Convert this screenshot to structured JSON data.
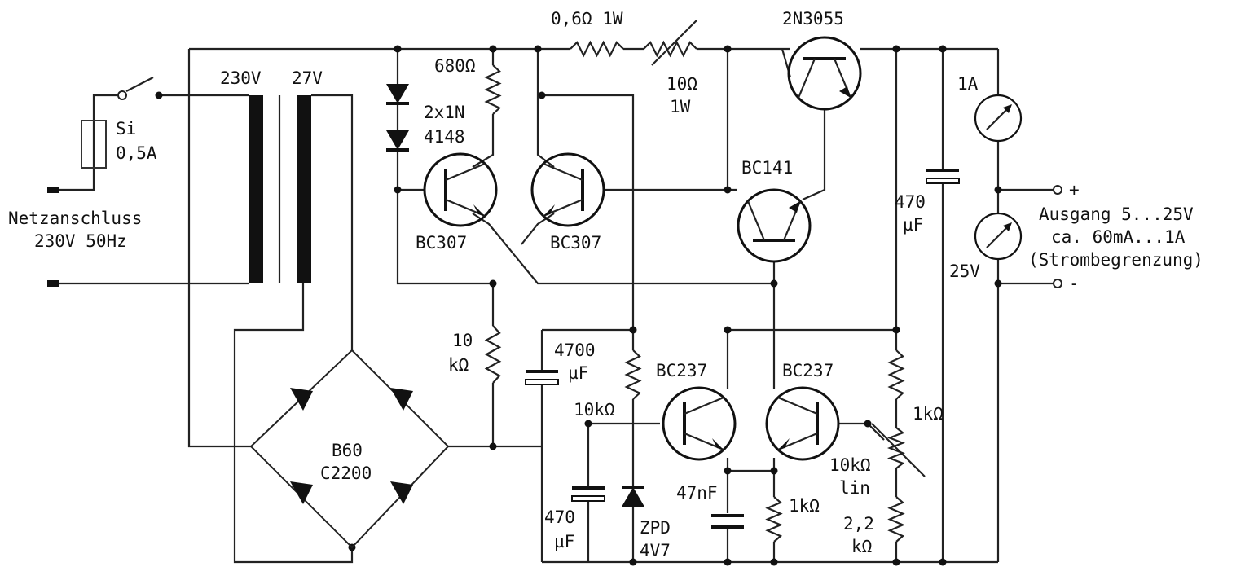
{
  "labels": {
    "r_top": "0,6Ω 1W",
    "t_2n3055": "2N3055",
    "r_680": "680Ω",
    "tr_primary": "230V",
    "tr_secondary": "27V",
    "fuse_1": "Si",
    "fuse_2": "0,5A",
    "diodes_1": "2x1N",
    "diodes_2": "4148",
    "pot_10_1": "10Ω",
    "pot_10_2": "1W",
    "meter_a": "1A",
    "t_bc141": "BC141",
    "c_470_1": "470",
    "c_470_2": "µF",
    "mains_1": "Netzanschluss",
    "mains_2": "230V 50Hz",
    "t_bc307_l": "BC307",
    "t_bc307_r": "BC307",
    "out_1": "Ausgang 5...25V",
    "out_2": "ca. 60mA...1A",
    "out_3": "(Strombegrenzung)",
    "meter_v": "25V",
    "plus": "+",
    "minus": "-",
    "r_10k_1": "10",
    "r_10k_2": "kΩ",
    "c_4700_1": "4700",
    "c_4700_2": "µF",
    "t_bc237_l": "BC237",
    "t_bc237_r": "BC237",
    "r_10k_z": "10kΩ",
    "r_1k_top": "1kΩ",
    "bridge_1": "B60",
    "bridge_2": "C2200",
    "pot_1": "10kΩ",
    "pot_2": "lin",
    "c_47n": "47nF",
    "r_1k_bot": "1kΩ",
    "r_22_1": "2,2",
    "r_22_2": "kΩ",
    "c_470b_1": "470",
    "c_470b_2": "µF",
    "zener_1": "ZPD",
    "zener_2": "4V7"
  }
}
